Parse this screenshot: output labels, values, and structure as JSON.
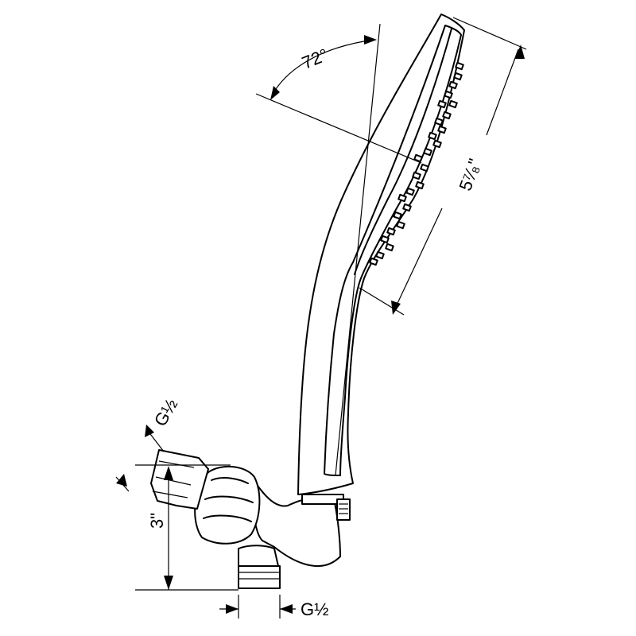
{
  "dimensions": {
    "angle": "72°",
    "head_length": "5⁷⁄₈\"",
    "height": "3\"",
    "thread_top": "G½",
    "thread_bottom": "G½"
  },
  "colors": {
    "line": "#000000",
    "background": "#ffffff"
  }
}
